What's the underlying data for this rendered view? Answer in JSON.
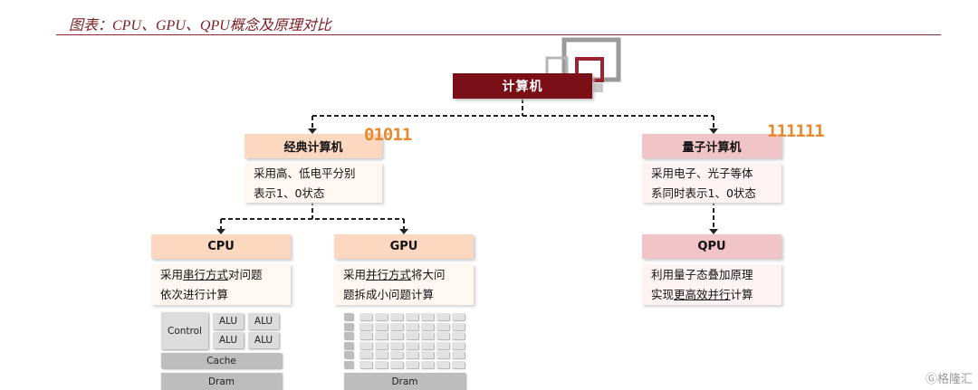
{
  "title": "图表：CPU、GPU、QPU概念及原理对比",
  "root": "计算机",
  "classical": {
    "label": "经典计算机",
    "bits": "01011",
    "desc_line1": "采用高、低电平分别",
    "desc_line2": "表示1、0状态"
  },
  "quantum": {
    "label": "量子计算机",
    "bits": "111111",
    "desc_line1": "采用电子、光子等体",
    "desc_line2": "系同时表示1、0状态"
  },
  "cpu": {
    "label": "CPU",
    "desc_pre": "采用",
    "desc_em": "串行方式",
    "desc_post": "对问题",
    "desc_line2": "依次进行计算",
    "control": "Control",
    "alu": "ALU",
    "cache": "Cache",
    "dram": "Dram"
  },
  "gpu": {
    "label": "GPU",
    "desc_pre": "采用",
    "desc_em": "并行方式",
    "desc_post": "将大问",
    "desc_line2": "题拆成小问题计算",
    "dram": "Dram"
  },
  "qpu": {
    "label": "QPU",
    "desc_line1": "利用量子态叠加原理",
    "desc_line2_pre": "实现",
    "desc_line2_em": "更高效并行",
    "desc_line2_post": "计算"
  },
  "watermark": "格隆汇",
  "colors": {
    "root": "#7a0f17",
    "classical": "#fbd8bf",
    "quantum": "#f1c4c7",
    "accent_bits": "#e8892f"
  }
}
